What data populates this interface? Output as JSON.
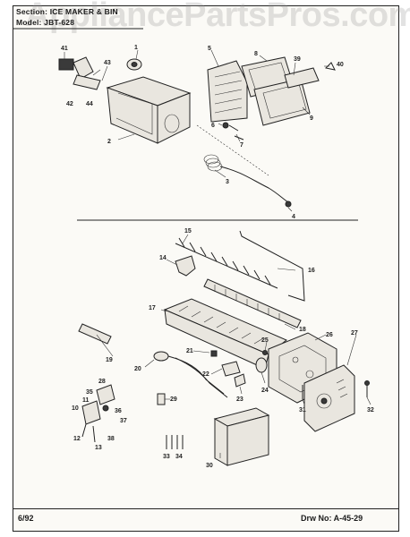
{
  "header": {
    "section_label": "Section:",
    "section_value": "ICE MAKER & BIN",
    "model_label": "Model:",
    "model_value": "JBT-628"
  },
  "watermark": "AppliancePartsPros.com",
  "footer": {
    "date": "6/92",
    "drawing_label": "Drw No:",
    "drawing_value": "A-45-29"
  },
  "callouts": [
    "1",
    "2",
    "3",
    "4",
    "5",
    "6",
    "7",
    "8",
    "9",
    "10",
    "11",
    "12",
    "13",
    "14",
    "15",
    "16",
    "17",
    "18",
    "19",
    "20",
    "21",
    "22",
    "23",
    "24",
    "25",
    "26",
    "27",
    "28",
    "29",
    "30",
    "31",
    "32",
    "33",
    "34",
    "35",
    "36",
    "37",
    "38",
    "39",
    "40",
    "41",
    "42",
    "43",
    "44"
  ]
}
